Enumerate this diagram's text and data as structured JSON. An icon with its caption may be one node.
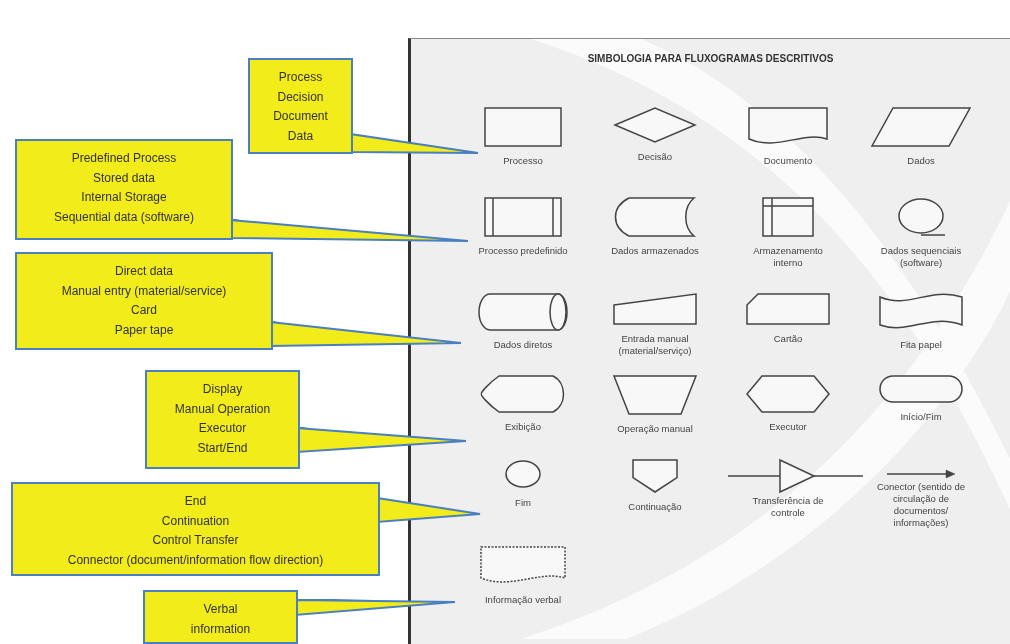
{
  "diagram": {
    "nodes": [
      {
        "text": [
          "Process",
          "Decision",
          "Document",
          "Data"
        ]
      },
      {
        "text": [
          "Predefined Process",
          "Stored data",
          "Internal Storage",
          "Sequential data (software)"
        ]
      },
      {
        "text": [
          "Direct data",
          "Manual entry (material/service)",
          "Card",
          "Paper tape"
        ]
      },
      {
        "text": [
          "Display",
          "Manual Operation",
          "Executor",
          "Start/End"
        ]
      },
      {
        "text": [
          "End",
          "Continuation",
          "Control Transfer",
          "Connector (document/information flow direction)"
        ]
      },
      {
        "text": [
          "Verbal",
          "information"
        ]
      },
      {
        "text": [
          "SIMBOLOGIA PARA FLUXOGRAMAS DESCRITIVOS"
        ]
      },
      {
        "text": [
          "Processo"
        ],
        "in": 6
      },
      {
        "text": [
          "Decisão"
        ],
        "in": 6
      },
      {
        "text": [
          "Documento"
        ],
        "in": 6
      },
      {
        "text": [
          "Dados"
        ],
        "in": 6
      },
      {
        "text": [
          "Processo predefinido"
        ],
        "in": 6
      },
      {
        "text": [
          "Dados armazenados"
        ],
        "in": 6
      },
      {
        "text": [
          "Armazenamento interno"
        ],
        "in": 6
      },
      {
        "text": [
          "Dados sequenciais (software)"
        ],
        "in": 6
      },
      {
        "text": [
          "Dados diretos"
        ],
        "in": 6
      },
      {
        "text": [
          "Entrada manual (material/serviço)"
        ],
        "in": 6
      },
      {
        "text": [
          "Cartão"
        ],
        "in": 6
      },
      {
        "text": [
          "Fita papel"
        ],
        "in": 6
      },
      {
        "text": [
          "Exibição"
        ],
        "in": 6
      },
      {
        "text": [
          "Operação manual"
        ],
        "in": 6
      },
      {
        "text": [
          "Executor"
        ],
        "in": 6
      },
      {
        "text": [
          "Início/Fim"
        ],
        "in": 6
      },
      {
        "text": [
          "Fim"
        ],
        "in": 6
      },
      {
        "text": [
          "Continuação"
        ],
        "in": 6
      },
      {
        "text": [
          "Transferência de controle"
        ],
        "in": 6
      },
      {
        "text": [
          "Conector (sentido de circulação de documentos/ informações)"
        ],
        "in": 6
      },
      {
        "text": [
          "Informação verbal"
        ],
        "in": 6
      }
    ],
    "edges": [
      {
        "from": 0,
        "to": 7,
        "arrow": "none"
      },
      {
        "from": 1,
        "to": 11,
        "arrow": "none"
      },
      {
        "from": 2,
        "to": 15,
        "arrow": "none"
      },
      {
        "from": 3,
        "to": 19,
        "arrow": "none"
      },
      {
        "from": 4,
        "to": 23,
        "arrow": "none"
      },
      {
        "from": 5,
        "to": 27,
        "arrow": "none"
      }
    ]
  }
}
